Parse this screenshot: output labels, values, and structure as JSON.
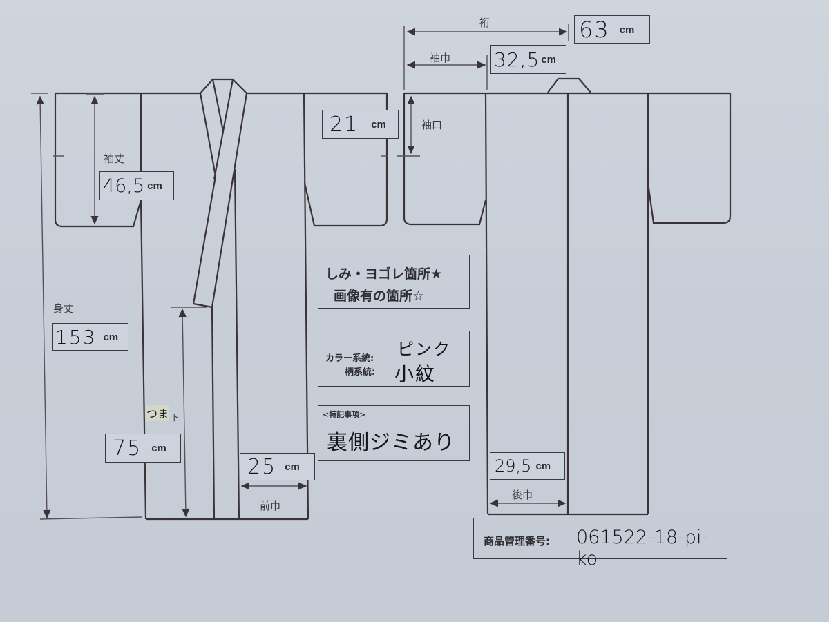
{
  "diagram": {
    "title": "Kimono measurement chart",
    "background_color": "#c9cfd8",
    "line_color": "#3a3438"
  },
  "measurements": {
    "yuki": {
      "label": "裄",
      "value": "63",
      "unit": "cm"
    },
    "sodehaba": {
      "label": "袖巾",
      "value": "32,5",
      "unit": "cm"
    },
    "sodeguchi": {
      "label": "袖口",
      "value": "21",
      "unit": "cm"
    },
    "sodetake": {
      "label": "袖丈",
      "value": "46,5",
      "unit": "cm"
    },
    "mitake": {
      "label": "身丈",
      "value": "153",
      "unit": "cm"
    },
    "tsumashita": {
      "label_handwritten": "つま",
      "label_printed": "下",
      "value": "75",
      "unit": "cm"
    },
    "maehaba": {
      "label": "前巾",
      "value": "25",
      "unit": "cm"
    },
    "ushirohaba": {
      "label": "後巾",
      "value": "29,5",
      "unit": "cm"
    }
  },
  "notes": {
    "stain_legend": {
      "line1": "しみ・ヨゴレ箇所★",
      "line2": "画像有の箇所☆"
    },
    "color_pattern": {
      "color_label": "カラー系統:",
      "color_value": "ピンク",
      "pattern_label": "柄系統:",
      "pattern_value": "小紋"
    },
    "special": {
      "header": "<特記事項>",
      "value": "裏側ジミあり"
    },
    "product_id": {
      "label": "商品管理番号:",
      "value": "061522-18-pi-ko"
    }
  }
}
